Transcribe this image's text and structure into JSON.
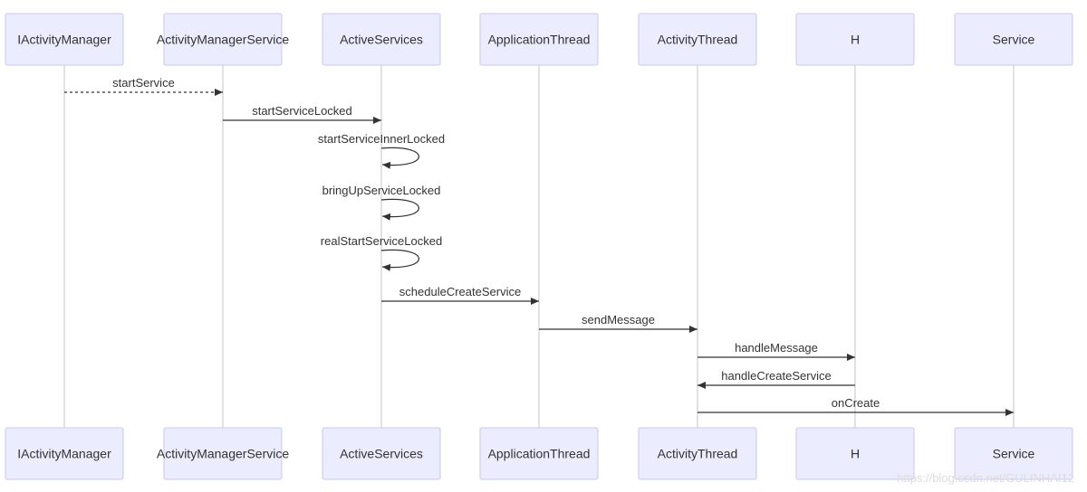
{
  "actors": [
    "IActivityManager",
    "ActivityManagerService",
    "ActiveServices",
    "ApplicationThread",
    "ActivityThread",
    "H",
    "Service"
  ],
  "messages": [
    {
      "from": 0,
      "to": 1,
      "label": "startService",
      "style": "dashed"
    },
    {
      "from": 1,
      "to": 2,
      "label": "startServiceLocked",
      "style": "solid"
    },
    {
      "from": 2,
      "to": 2,
      "label": "startServiceInnerLocked",
      "style": "solid"
    },
    {
      "from": 2,
      "to": 2,
      "label": "bringUpServiceLocked",
      "style": "solid"
    },
    {
      "from": 2,
      "to": 2,
      "label": "realStartServiceLocked",
      "style": "solid"
    },
    {
      "from": 2,
      "to": 3,
      "label": "scheduleCreateService",
      "style": "solid"
    },
    {
      "from": 3,
      "to": 4,
      "label": "sendMessage",
      "style": "solid"
    },
    {
      "from": 4,
      "to": 5,
      "label": "handleMessage",
      "style": "solid"
    },
    {
      "from": 5,
      "to": 4,
      "label": "handleCreateService",
      "style": "solid"
    },
    {
      "from": 4,
      "to": 6,
      "label": "onCreate",
      "style": "solid"
    }
  ],
  "watermark": "https://blog.csdn.net/GULINHAI12",
  "colors": {
    "actor_fill": "#ececff",
    "actor_border": "#c8c8f0",
    "line": "#333333",
    "lifeline": "#cfcfcf"
  }
}
